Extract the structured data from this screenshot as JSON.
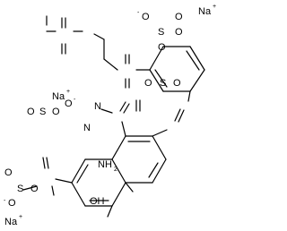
{
  "molecule": {
    "atom_labels": {
      "na_top": "Na",
      "na_mid": "Na",
      "na_bottom": "Na",
      "o_sulfate_1": "O",
      "o_sulfate_2": "O",
      "o_sulfate_3": "O",
      "o_sulfate_4": "O",
      "s_sulfate": "S",
      "o_sulfonyl_1": "O",
      "o_sulfonyl_2": "O",
      "s_sulfonyl": "S",
      "n_azo_1": "N",
      "n_azo_2": "N",
      "o_sulfo3_1": "O",
      "o_sulfo3_2": "O",
      "o_sulfo3_3": "O",
      "s_sulfo3": "S",
      "o_sulfo7_1": "O",
      "o_sulfo7_2": "O",
      "o_sulfo7_3": "O",
      "s_sulfo7": "S",
      "nh2": "NH",
      "nh2_sub": "2",
      "oh": "OH"
    },
    "charges": {
      "plus": "+",
      "minus": "-"
    }
  }
}
